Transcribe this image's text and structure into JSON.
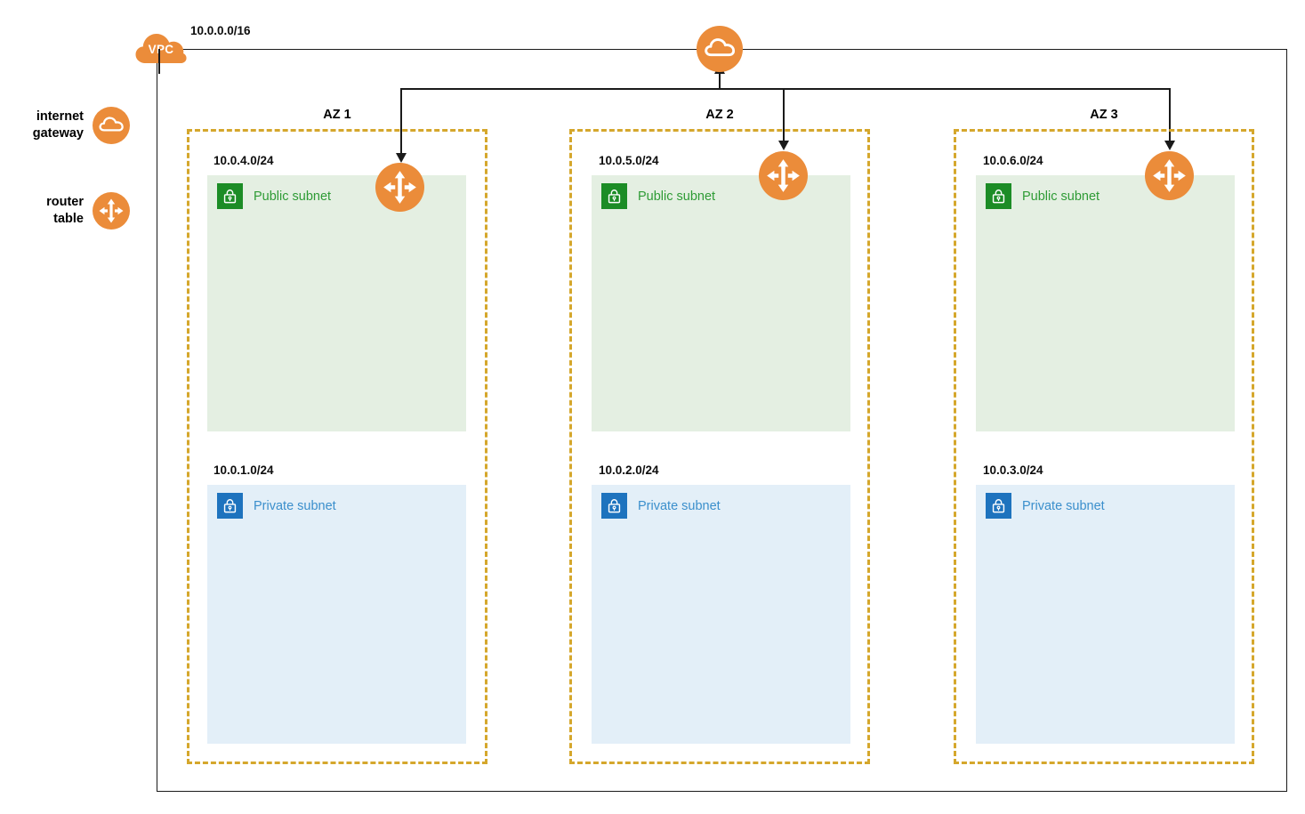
{
  "diagram": {
    "vpc_badge_label": "VPC",
    "vpc_cidr": "10.0.0.0/16",
    "legend": [
      {
        "label": "internet\ngateway",
        "label_line1": "internet",
        "label_line2": "gateway",
        "icon": "internet-gateway-icon"
      },
      {
        "label": "router\ntable",
        "label_line1": "router",
        "label_line2": "table",
        "icon": "router-table-icon"
      }
    ],
    "gateway": {
      "icon": "internet-gateway-icon"
    },
    "availability_zones": [
      {
        "name": "AZ 1",
        "public": {
          "cidr": "10.0.4.0/24",
          "label": "Public subnet",
          "icon": "lock-icon"
        },
        "private": {
          "cidr": "10.0.1.0/24",
          "label": "Private subnet",
          "icon": "lock-icon"
        },
        "router": {
          "icon": "router-table-icon"
        }
      },
      {
        "name": "AZ 2",
        "public": {
          "cidr": "10.0.5.0/24",
          "label": "Public subnet",
          "icon": "lock-icon"
        },
        "private": {
          "cidr": "10.0.2.0/24",
          "label": "Private subnet",
          "icon": "lock-icon"
        },
        "router": {
          "icon": "router-table-icon"
        }
      },
      {
        "name": "AZ 3",
        "public": {
          "cidr": "10.0.6.0/24",
          "label": "Public subnet",
          "icon": "lock-icon"
        },
        "private": {
          "cidr": "10.0.3.0/24",
          "label": "Private subnet",
          "icon": "lock-icon"
        },
        "router": {
          "icon": "router-table-icon"
        }
      }
    ],
    "colors": {
      "aws_orange": "#EB8C3A",
      "az_dashed_border": "#D5A72C",
      "public_subnet_fill": "#E4EFE2",
      "public_subnet_accent": "#1C8C26",
      "private_subnet_fill": "#E3EFF8",
      "private_subnet_accent": "#1E73BE",
      "line": "#1a1a1a"
    }
  }
}
